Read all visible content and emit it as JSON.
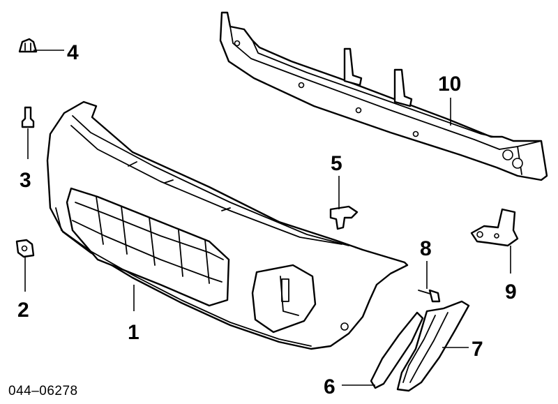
{
  "diagram": {
    "figure_code": "044–06278",
    "callouts": [
      {
        "id": "1",
        "label": "1"
      },
      {
        "id": "2",
        "label": "2"
      },
      {
        "id": "3",
        "label": "3"
      },
      {
        "id": "4",
        "label": "4"
      },
      {
        "id": "5",
        "label": "5"
      },
      {
        "id": "6",
        "label": "6"
      },
      {
        "id": "7",
        "label": "7"
      },
      {
        "id": "8",
        "label": "8"
      },
      {
        "id": "9",
        "label": "9"
      },
      {
        "id": "10",
        "label": "10"
      }
    ]
  }
}
